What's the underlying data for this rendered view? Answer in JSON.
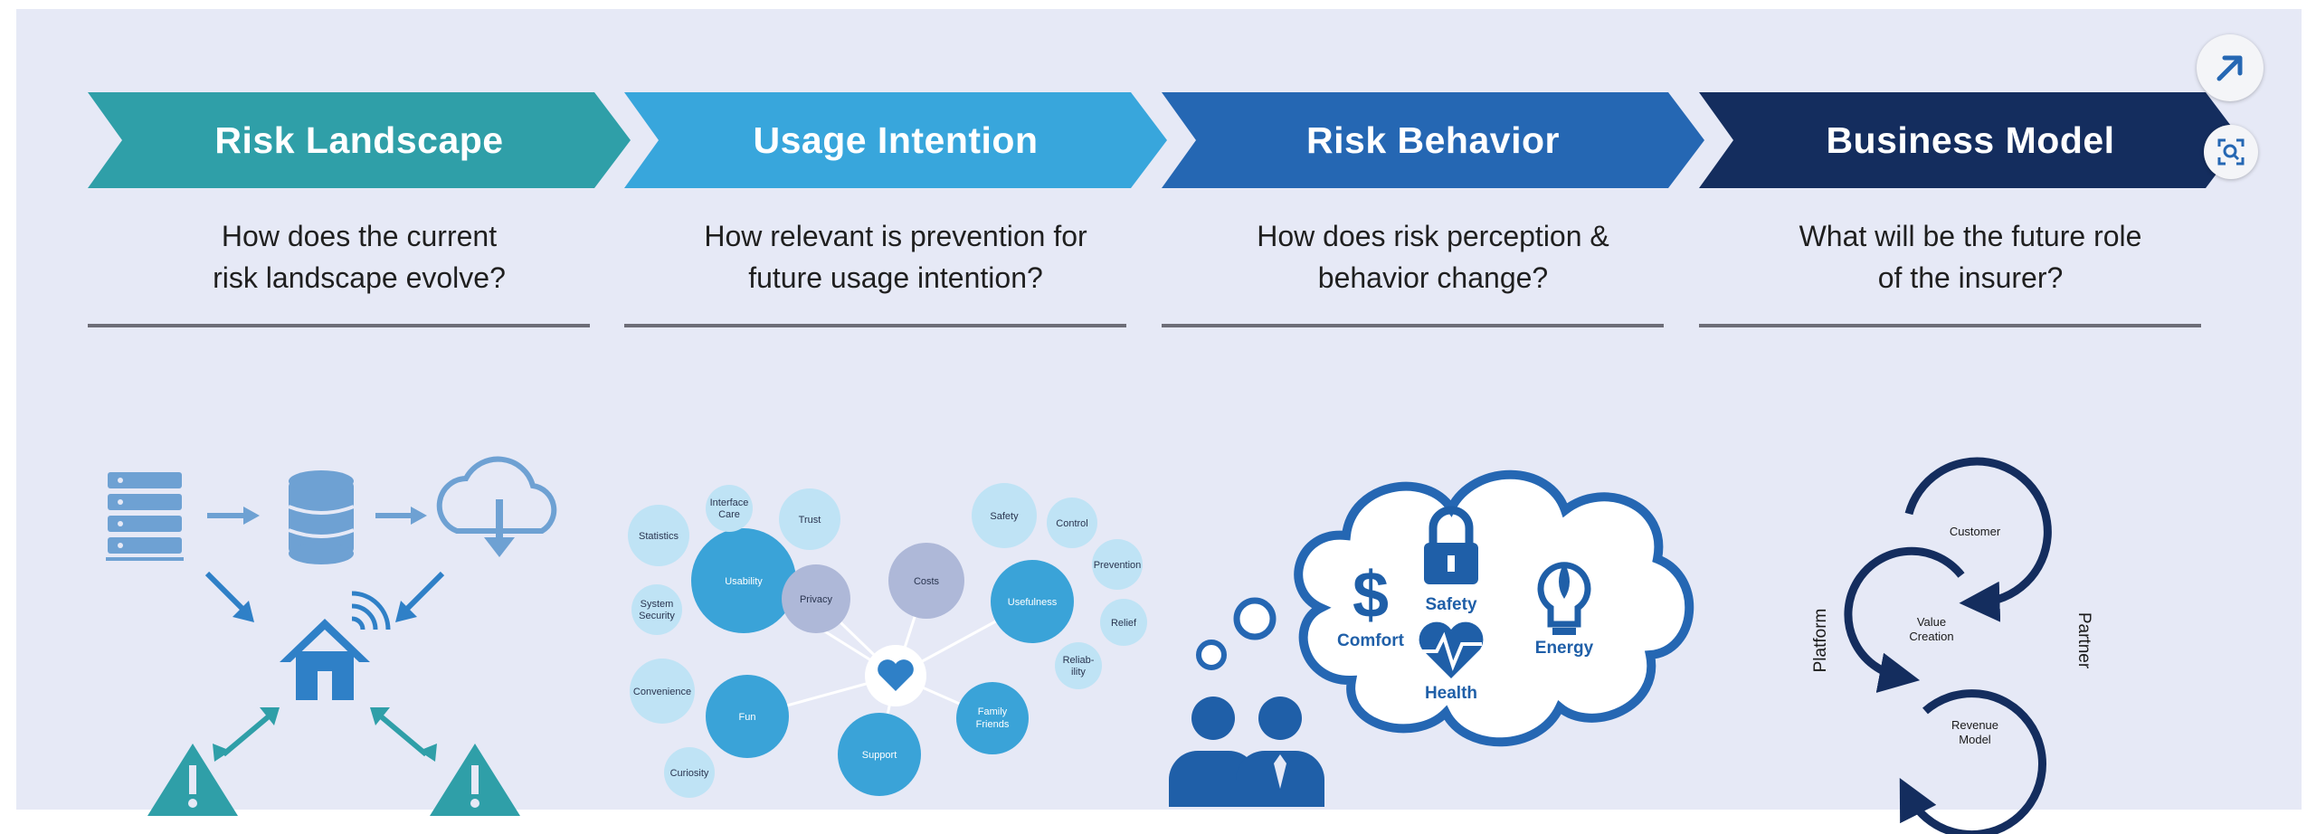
{
  "phases": [
    {
      "title": "Risk Landscape",
      "question_line1": "How does the current",
      "question_line2": "risk landscape evolve?",
      "color": "#2f9fa8"
    },
    {
      "title": "Usage Intention",
      "question_line1": "How relevant is prevention for",
      "question_line2": "future usage intention?",
      "color": "#38a6dc"
    },
    {
      "title": "Risk Behavior",
      "question_line1": "How does risk perception &",
      "question_line2": "behavior change?",
      "color": "#2567b3"
    },
    {
      "title": "Business Model",
      "question_line1": "What will be the future role",
      "question_line2": "of the insurer?",
      "color": "#142d5e"
    }
  ],
  "usage_bubbles": {
    "usability": "Usability",
    "usefulness": "Usefulness",
    "fun": "Fun",
    "support": "Support",
    "family_friends": [
      "Family",
      "Friends"
    ],
    "privacy": "Privacy",
    "costs": "Costs",
    "trust": "Trust",
    "statistics": "Statistics",
    "interface": [
      "Interface",
      "Care"
    ],
    "system_security": [
      "System",
      "Security"
    ],
    "convenience": "Convenience",
    "curiosity": "Curiosity",
    "safety": "Safety",
    "control": "Control",
    "prevention": "Prevention",
    "relief": "Relief",
    "reliability": [
      "Reliab-",
      "ility"
    ]
  },
  "risk_behavior_labels": {
    "comfort": "Comfort",
    "safety": "Safety",
    "energy": "Energy",
    "health": "Health"
  },
  "business_model_labels": {
    "customer": "Customer",
    "value_creation": [
      "Value",
      "Creation"
    ],
    "revenue_model": [
      "Revenue",
      "Model"
    ],
    "platform": "Platform",
    "partner": "Partner"
  },
  "icons": {
    "expand": "arrow-up-right-icon",
    "visual_search": "visual-search-icon"
  },
  "colors": {
    "panel_background": "#e6e9f6",
    "teal": "#2f9fa8",
    "light_blue": "#38a6dc",
    "mid_blue": "#2567b3",
    "navy": "#142d5e"
  }
}
